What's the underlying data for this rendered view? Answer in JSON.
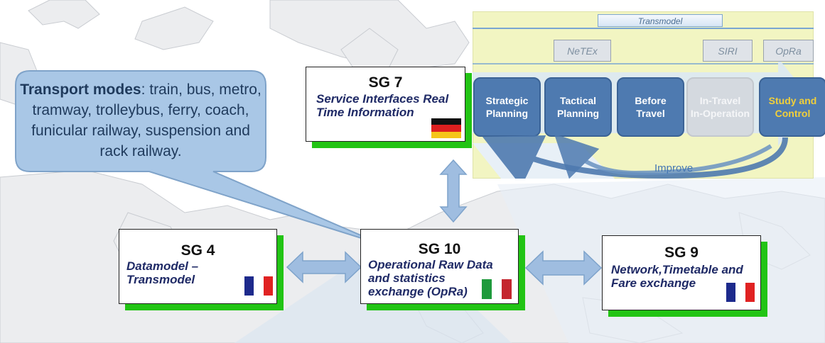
{
  "callout": {
    "label": "Transport modes",
    "text": ": train, bus, metro, tramway, trolleybus, ferry, coach, funicular railway, suspension and rack railway."
  },
  "panel": {
    "title": "Transmodel",
    "standards": [
      "NeTEx",
      "SIRI",
      "OpRa"
    ],
    "phases": [
      {
        "line1": "Strategic",
        "line2": "Planning"
      },
      {
        "line1": "Tactical",
        "line2": "Planning"
      },
      {
        "line1": "Before",
        "line2": "Travel"
      },
      {
        "line1": "In-Travel",
        "line2": "In-Operation"
      },
      {
        "line1": "Study and",
        "line2": "Control"
      }
    ],
    "improve": "Improve"
  },
  "groups": {
    "sg7": {
      "title": "SG 7",
      "line1": "Service Interfaces Real",
      "line2": "Time Information",
      "flag": "de"
    },
    "sg4": {
      "title": "SG 4",
      "line1": "Datamodel –",
      "line2": "Transmodel",
      "flag": "fr"
    },
    "sg10": {
      "title": "SG 10",
      "line1": "Operational Raw Data",
      "line2": "and statistics",
      "line3": "exchange (OpRa)",
      "flag": "it"
    },
    "sg9": {
      "title": "SG 9",
      "line1": "Network,Timetable and",
      "line2": "Fare exchange",
      "flag": "fr"
    }
  },
  "colors": {
    "phase_blue": "#4e7ab0",
    "shadow_green": "#22c414",
    "arrow_blue": "#9fbde0",
    "callout_fill": "#a9c7e6"
  }
}
